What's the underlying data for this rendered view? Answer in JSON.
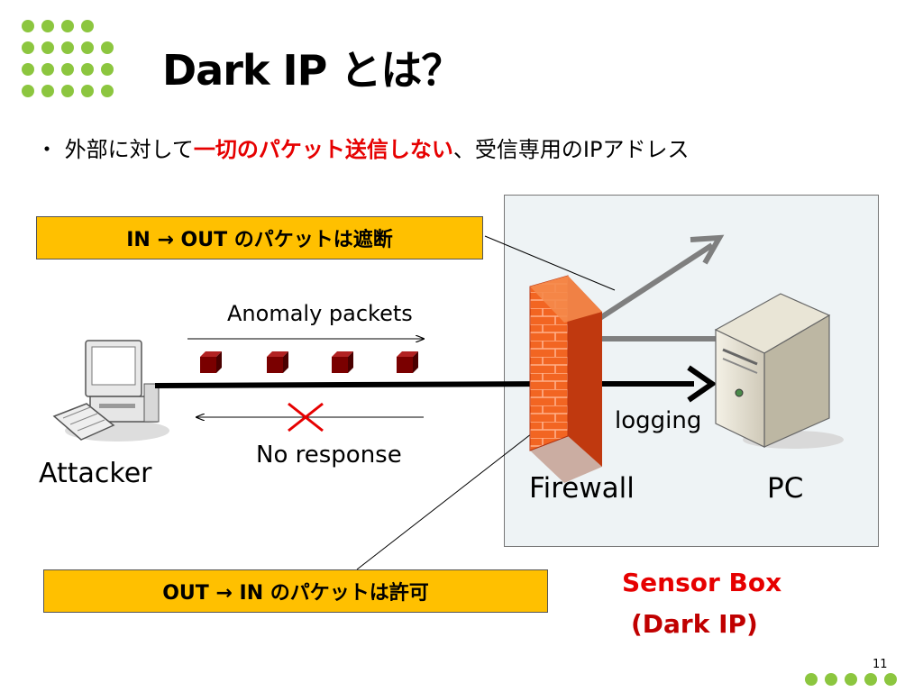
{
  "slide": {
    "title": "Dark IP とは？",
    "bullet_prefix": "・ 外部に対して",
    "bullet_highlight": "一切のパケット送信しない",
    "bullet_suffix": "、受信専用のIPアドレス",
    "page_number": "11"
  },
  "diagram": {
    "callout_in": "IN → OUT  のパケットは遮断",
    "callout_out": "OUT → IN のパケットは許可",
    "anomaly_label": "Anomaly  packets",
    "no_response_label": "No response",
    "attacker_label": "Attacker",
    "logging_label": "logging",
    "firewall_label": "Firewall",
    "pc_label": "PC",
    "sensor_box_label": "Sensor Box",
    "dark_ip_label": "(Dark IP)"
  },
  "colors": {
    "accent_green": "#8cc63f",
    "highlight_red": "#e60000",
    "callout_fill": "#ffc000",
    "packet_fill": "#8b0000",
    "firewall_fill": "#f05a1a"
  },
  "icons": [
    "attacker-computer-icon",
    "firewall-icon",
    "pc-tower-icon",
    "packet-cube-icon",
    "blocked-x-icon"
  ]
}
